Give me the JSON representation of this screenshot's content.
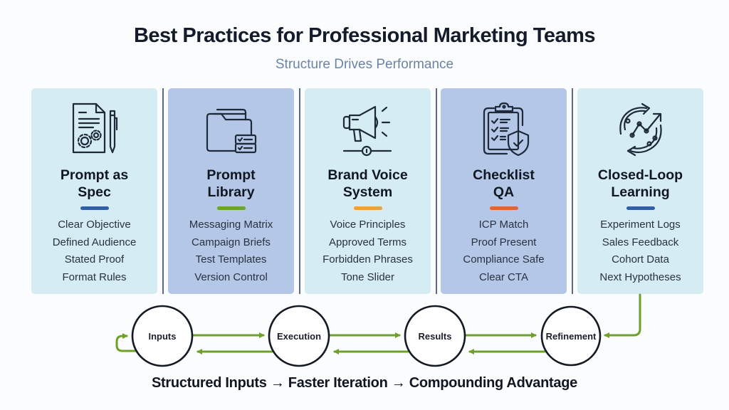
{
  "header": {
    "title": "Best Practices for Professional Marketing Teams",
    "subtitle": "Structure Drives Performance"
  },
  "colors": {
    "card_light": "#d5ecf2",
    "card_dark": "#b4c7e6",
    "separator": "#5c6b82",
    "flow_arrow": "#6fa12a",
    "subtitle": "#6b84a4"
  },
  "cards": [
    {
      "icon": "document-gears-pen-icon",
      "title_line1": "Prompt as",
      "title_line2": "Spec",
      "accent_color": "#2f5fa8",
      "items": [
        "Clear Objective",
        "Defined Audience",
        "Stated Proof",
        "Format Rules"
      ]
    },
    {
      "icon": "folder-checklist-icon",
      "title_line1": "Prompt",
      "title_line2": "Library",
      "accent_color": "#6aa52b",
      "items": [
        "Messaging Matrix",
        "Campaign Briefs",
        "Test Templates",
        "Version Control"
      ]
    },
    {
      "icon": "megaphone-slider-icon",
      "title_line1": "Brand Voice",
      "title_line2": "System",
      "accent_color": "#e8a43a",
      "items": [
        "Voice Principles",
        "Approved Terms",
        "Forbidden Phrases",
        "Tone Slider"
      ]
    },
    {
      "icon": "clipboard-shield-icon",
      "title_line1": "Checklist",
      "title_line2": "QA",
      "accent_color": "#e0643a",
      "items": [
        "ICP Match",
        "Proof Present",
        "Compliance Safe",
        "Clear CTA"
      ]
    },
    {
      "icon": "cycle-growth-chart-icon",
      "title_line1": "Closed-Loop",
      "title_line2": "Learning",
      "accent_color": "#2f5fa8",
      "items": [
        "Experiment Logs",
        "Sales Feedback",
        "Cohort Data",
        "Next Hypotheses"
      ]
    }
  ],
  "flow": {
    "nodes": [
      "Inputs",
      "Execution",
      "Results",
      "Refinement"
    ]
  },
  "tagline": "Structured Inputs → Faster Iteration → Compounding Advantage"
}
